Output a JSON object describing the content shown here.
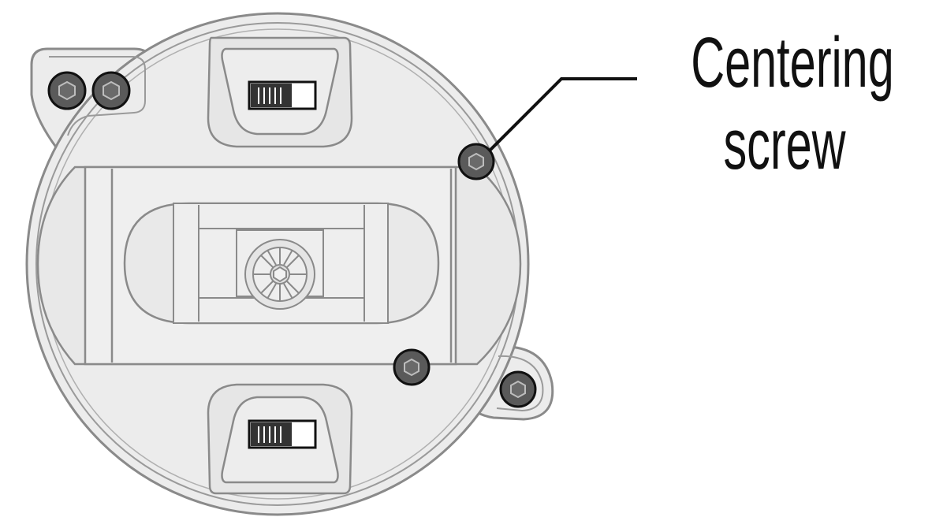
{
  "callout": {
    "line1": "Centering",
    "line2": "screw"
  },
  "icons": {
    "gimbal": "gimbal-base-drawing",
    "screw": "hex-socket-screw-icon",
    "switch": "slide-switch-icon"
  },
  "colors": {
    "outline": "#8a8a8a",
    "base_fill": "#ececec",
    "screw_fill": "#5a5a5a",
    "line": "#111111"
  }
}
